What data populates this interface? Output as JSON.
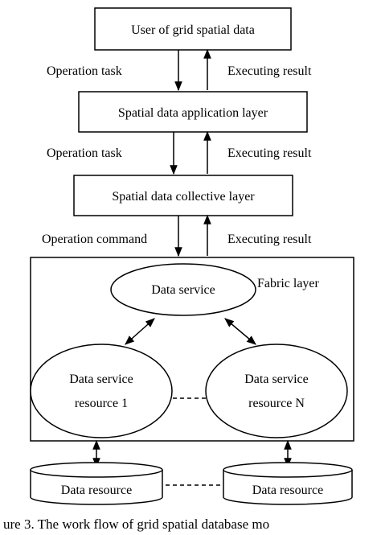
{
  "nodes": {
    "user": "User of grid spatial data",
    "application": "Spatial data application layer",
    "collective": "Spatial data collective layer",
    "fabric": "Fabric layer",
    "data_service": "Data service",
    "resource1_line1": "Data service",
    "resource1_line2": "resource 1",
    "resourceN_line1": "Data service",
    "resourceN_line2": "resource N",
    "db1": "Data resource",
    "db2": "Data resource"
  },
  "edges": {
    "op_task_1": "Operation task",
    "exec_result_1": "Executing result",
    "op_task_2": "Operation task",
    "exec_result_2": "Executing result",
    "op_command": "Operation command",
    "exec_result_3": "Executing result"
  },
  "caption": "ure 3. The work flow of grid spatial database mo"
}
